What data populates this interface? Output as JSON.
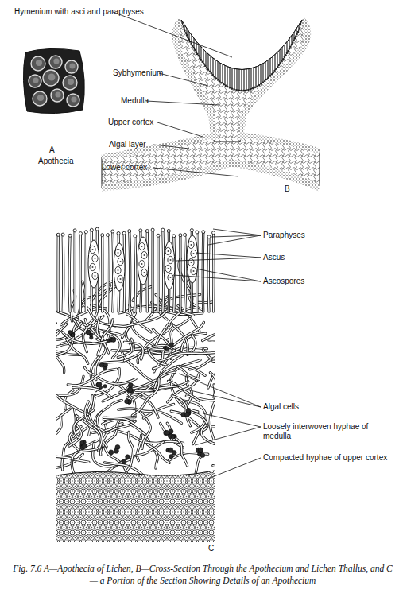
{
  "diagram": {
    "caption": "Fig. 7.6 A—Apothecia of Lichen, B—Cross-Section Through the Apothecium and Lichen Thallus, and C— a Portion of the Section Showing Details of an Apothecium",
    "labels": [
      "Hymenium with asci and paraphyses",
      "Sybhymenium",
      "Medulla",
      "Upper cortex",
      "Algal layer",
      "Lower cortex",
      "A",
      "Apothecia",
      "B",
      "Paraphyses",
      "Ascus",
      "Ascospores",
      "Algal cells",
      "Loosely interwoven hyphae of medulla",
      "Compacted hyphae of upper cortex",
      "C"
    ]
  }
}
